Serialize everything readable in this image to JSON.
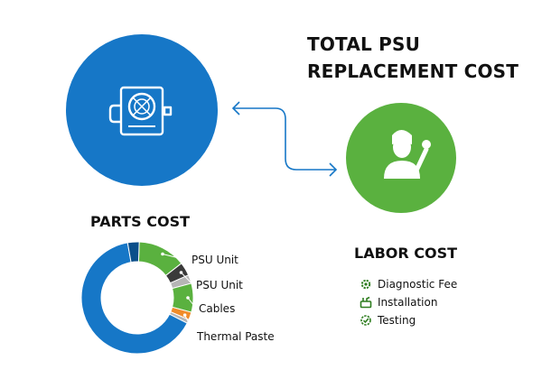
{
  "title": {
    "line1": "TOTAL PSU",
    "line2": "REPLACEMENT COST"
  },
  "icons": {
    "psu": "power-supply-icon",
    "technician": "technician-icon"
  },
  "colors": {
    "blue": "#1677c7",
    "green": "#5ab13f",
    "dark": "#3a3a3a",
    "gray": "#b5b5b5",
    "orange": "#f08c2a",
    "navy": "#0b4f8a"
  },
  "parts": {
    "title": "PARTS COST",
    "labels": [
      "PSU Unit",
      "PSU Unit",
      "Cables",
      "Thermal Paste"
    ]
  },
  "labor": {
    "title": "LABOR COST",
    "items": [
      {
        "label": "Diagnostic Fee",
        "icon": "gear-icon"
      },
      {
        "label": "Installation",
        "icon": "toolkit-icon"
      },
      {
        "label": "Testing",
        "icon": "check-gear-icon"
      }
    ]
  }
}
